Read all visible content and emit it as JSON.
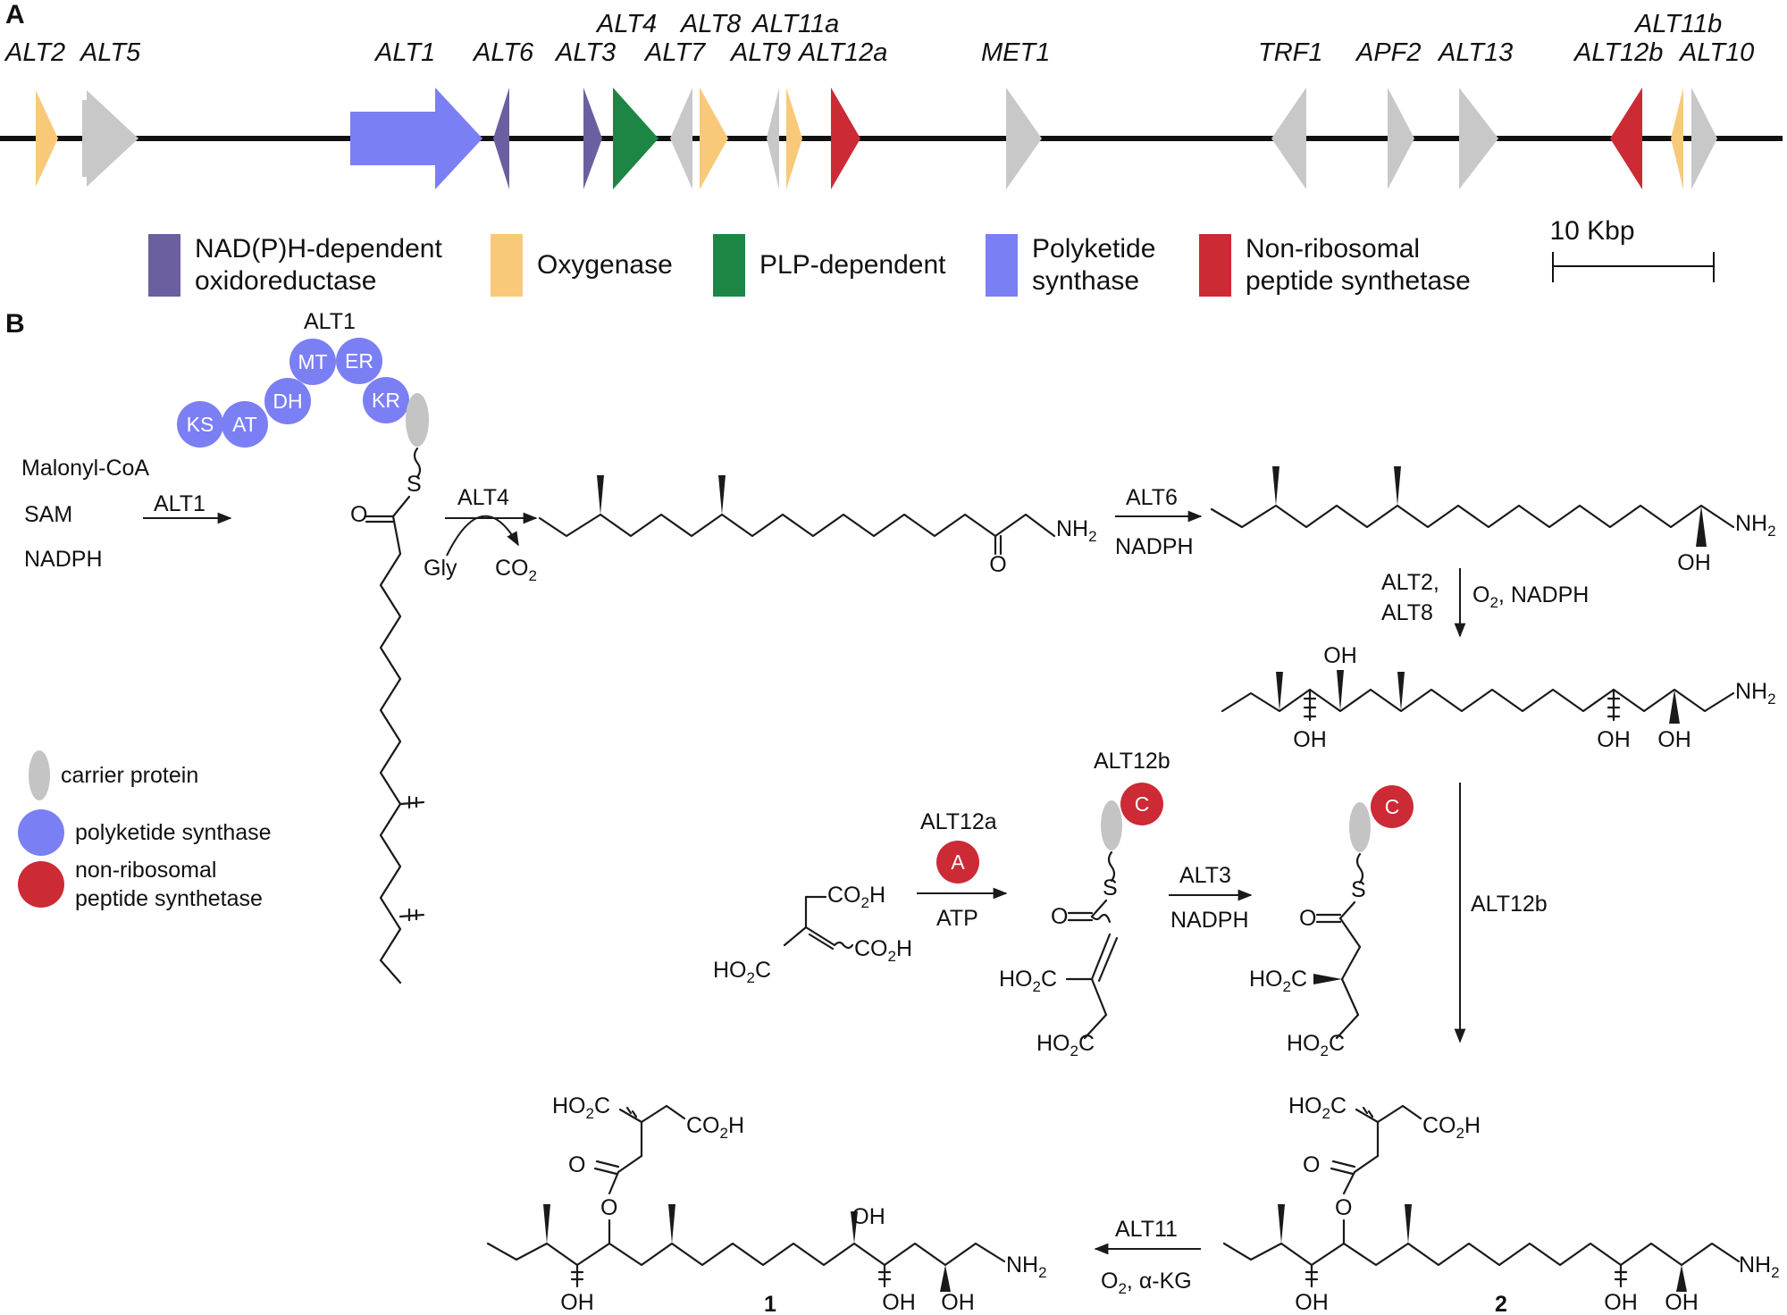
{
  "panels": {
    "a": "A",
    "b": "B"
  },
  "colors": {
    "oxidoreductase": "#6b5fa0",
    "oxygenase": "#f9c97a",
    "plp": "#1d8645",
    "pks": "#7b7ff4",
    "nrps": "#cc2a35",
    "other": "#c8c8c8",
    "carrier": "#c4c4c4"
  },
  "genes": [
    {
      "name": "ALT2",
      "type": "oxygenase"
    },
    {
      "name": "ALT5",
      "type": "other"
    },
    {
      "name": "ALT1",
      "type": "pks"
    },
    {
      "name": "ALT6",
      "type": "oxidoreductase"
    },
    {
      "name": "ALT3",
      "type": "oxidoreductase"
    },
    {
      "name": "ALT4",
      "type": "plp"
    },
    {
      "name": "ALT7",
      "type": "other"
    },
    {
      "name": "ALT8",
      "type": "oxygenase"
    },
    {
      "name": "ALT9",
      "type": "other"
    },
    {
      "name": "ALT11a",
      "type": "oxygenase"
    },
    {
      "name": "ALT12a",
      "type": "nrps"
    },
    {
      "name": "MET1",
      "type": "other"
    },
    {
      "name": "TRF1",
      "type": "other"
    },
    {
      "name": "APF2",
      "type": "other"
    },
    {
      "name": "ALT13",
      "type": "other"
    },
    {
      "name": "ALT12b",
      "type": "nrps"
    },
    {
      "name": "ALT11b",
      "type": "oxygenase"
    },
    {
      "name": "ALT10",
      "type": "other"
    }
  ],
  "legend": {
    "oxidoreductase": [
      "NAD(P)H-dependent",
      "oxidoreductase"
    ],
    "oxygenase": [
      "Oxygenase"
    ],
    "plp": [
      "PLP-dependent"
    ],
    "pks": [
      "Polyketide",
      "synthase"
    ],
    "nrps": [
      "Non-ribosomal",
      "peptide synthetase"
    ]
  },
  "scale_bar": "10 Kbp",
  "pks_enzyme": {
    "name": "ALT1",
    "domains": [
      "KS",
      "AT",
      "DH",
      "MT",
      "ER",
      "KR"
    ]
  },
  "substrates": [
    "Malonyl-CoA",
    "SAM",
    "NADPH"
  ],
  "steps": {
    "alt1": "ALT1",
    "alt4": {
      "enzyme": "ALT4",
      "in": "Gly",
      "out": "CO",
      "out_sub": "2"
    },
    "alt6": {
      "enzyme": "ALT6",
      "cofactor": "NADPH"
    },
    "alt2_8": {
      "enzymes": [
        "ALT2,",
        "ALT8"
      ],
      "cofactor_a": "O",
      "cofactor_sub": "2",
      "cofactor_b": ", NADPH"
    },
    "alt12a": {
      "enzyme": "ALT12a",
      "domain": "A",
      "cofactor": "ATP"
    },
    "alt12b_top": {
      "enzyme": "ALT12b",
      "domain": "C"
    },
    "alt3": {
      "enzyme": "ALT3",
      "cofactor": "NADPH"
    },
    "alt12b_side": "ALT12b",
    "alt11": {
      "enzyme": "ALT11",
      "cofactor_a": "O",
      "cofactor_sub": "2",
      "cofactor_b": ", α-KG"
    }
  },
  "key": {
    "carrier": "carrier protein",
    "pks": "polyketide synthase",
    "nrps": [
      "non-ribosomal",
      "peptide synthetase"
    ]
  },
  "atoms": {
    "O": "O",
    "S": "S",
    "NH": "NH",
    "sub2": "2",
    "OH": "OH",
    "CO2H": "CO",
    "HO2C": "HO",
    "H": "H",
    "C": "C"
  },
  "compounds": {
    "c1": "1",
    "c2": "2"
  }
}
